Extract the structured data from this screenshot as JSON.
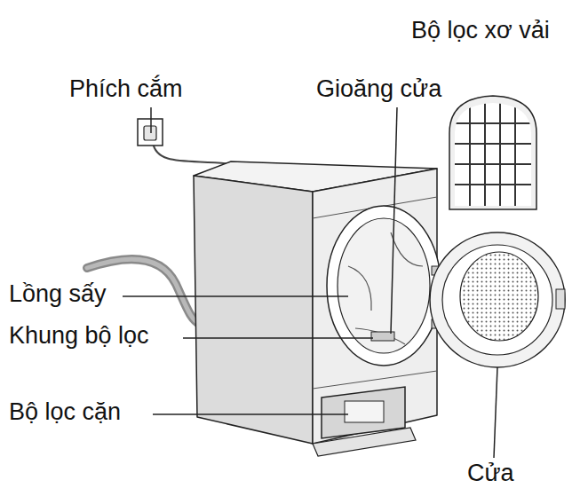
{
  "diagram": {
    "labels": [
      "Bộ lọc xơ vải",
      "Phích cắm",
      "Gioăng cửa",
      "Lồng sấy",
      "Khung bộ lọc",
      "Bộ lọc cặn",
      "Cửa"
    ]
  }
}
